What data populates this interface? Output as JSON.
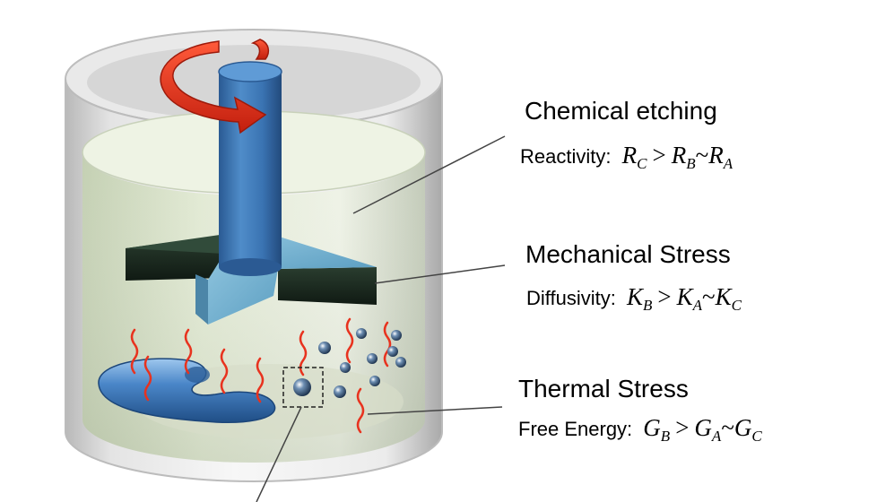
{
  "labels": {
    "chemical": {
      "title": "Chemical etching",
      "prefix": "Reactivity:",
      "formula": {
        "a": "R",
        "a_sub": "C",
        "op": ">",
        "b": "R",
        "b_sub": "B",
        "rel": "~",
        "c": "R",
        "c_sub": "A"
      }
    },
    "mechanical": {
      "title": "Mechanical Stress",
      "prefix": "Diffusivity:",
      "formula": {
        "a": "K",
        "a_sub": "B",
        "op": ">",
        "b": "K",
        "b_sub": "A",
        "rel": "~",
        "c": "K",
        "c_sub": "C"
      }
    },
    "thermal": {
      "title": "Thermal Stress",
      "prefix": "Free Energy:",
      "formula": {
        "a": "G",
        "a_sub": "B",
        "op": ">",
        "b": "G",
        "b_sub": "A",
        "rel": "~",
        "c": "G",
        "c_sub": "C"
      }
    }
  },
  "colors": {
    "shaft": "#3f78b8",
    "rotation_arrow": "#e8321e",
    "heat_wave": "#e8321e",
    "liquid": "#dfe8cf",
    "impeller_dark": "#1d2e22"
  }
}
